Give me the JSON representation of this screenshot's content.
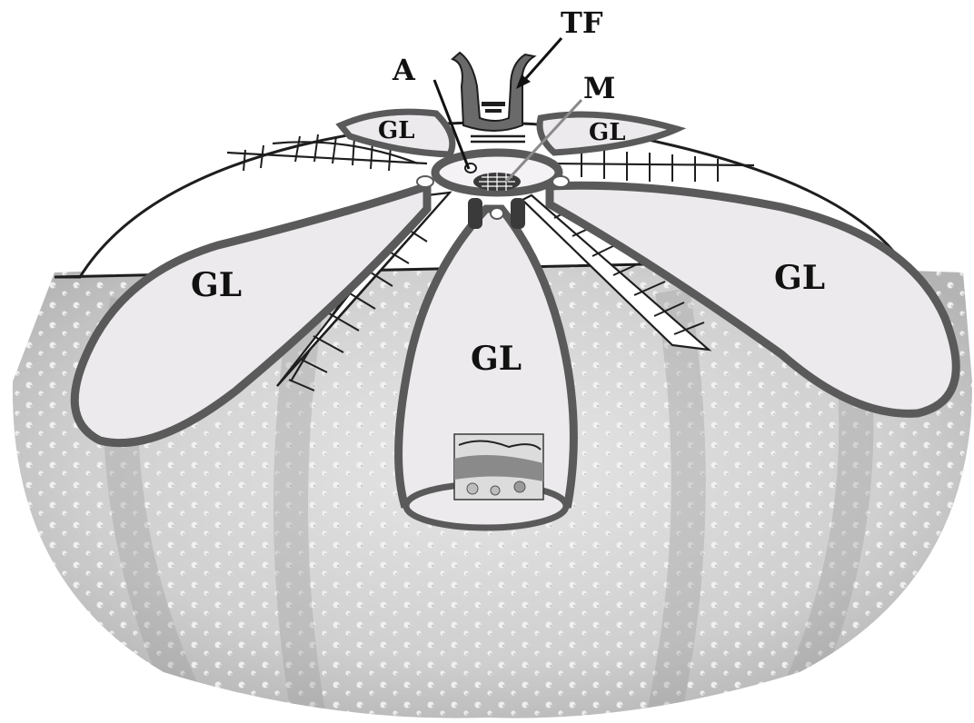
{
  "labels": {
    "tf": "TF",
    "a": "A",
    "m": "M",
    "gl_left_small": "GL",
    "gl_right_small": "GL",
    "gl_left": "GL",
    "gl_center": "GL",
    "gl_right": "GL"
  },
  "colors": {
    "background": "#ffffff",
    "test_light": "#e2e2e2",
    "test_dark": "#b4b4b4",
    "gland_fill": "#eceaec",
    "gland_border": "#5a5a5a",
    "outline": "#1e1e1e",
    "text": "#111111"
  }
}
